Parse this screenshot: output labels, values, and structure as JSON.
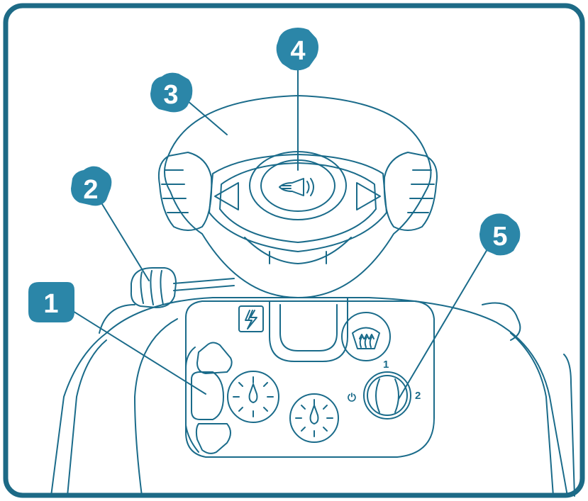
{
  "colors": {
    "line": "#1a6b8a",
    "badge": "#2b86a8",
    "frame": "#1d6a86",
    "background": "#ffffff"
  },
  "callouts": [
    {
      "id": "1",
      "label": "1",
      "target": "gear-shift-buttons"
    },
    {
      "id": "2",
      "label": "2",
      "target": "turn-signal-stalk"
    },
    {
      "id": "3",
      "label": "3",
      "target": "steering-wheel"
    },
    {
      "id": "4",
      "label": "4",
      "target": "horn-button"
    },
    {
      "id": "5",
      "label": "5",
      "target": "wiper-speed-dial"
    }
  ],
  "wiper_dial": {
    "off_symbol": "⏻",
    "position_1": "1",
    "position_2": "2"
  },
  "icons": {
    "horn": "horn-icon",
    "lightning": "lightning-icon",
    "windshield": "windshield-defrost-icon",
    "arrow_left": "arrow-left-icon",
    "arrow_right": "arrow-right-icon",
    "gauge_left": "speedometer-gauge-icon",
    "gauge_right": "rpm-gauge-icon"
  }
}
